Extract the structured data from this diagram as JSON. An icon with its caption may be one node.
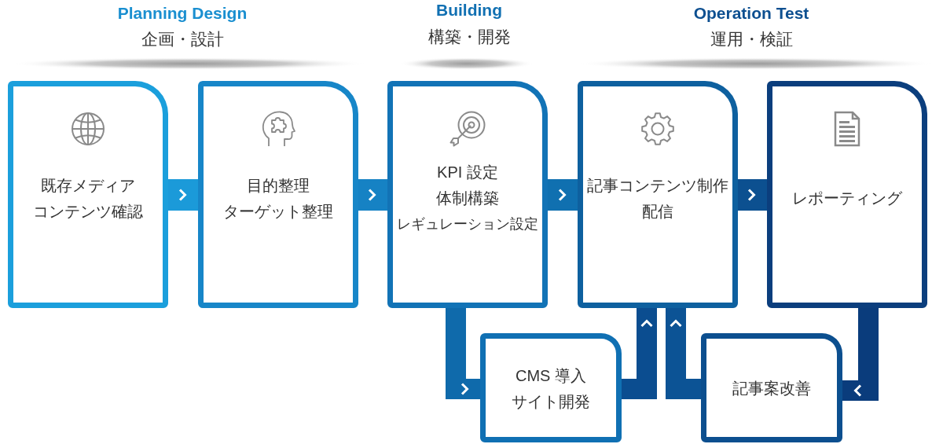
{
  "diagram": {
    "nodes": [
      {
        "text": [
          "既存メディア",
          "コンテンツ確認"
        ]
      },
      {
        "text": [
          "目的整理",
          "ターゲット整理"
        ]
      },
      {
        "text": [
          "KPI 設定",
          "体制構築",
          "レギュレーション設定"
        ]
      },
      {
        "text": [
          "記事コンテンツ制作",
          "配信"
        ]
      },
      {
        "text": [
          "レポーティング"
        ]
      },
      {
        "text": [
          "CMS 導入",
          "サイト開発"
        ]
      },
      {
        "text": [
          "記事案改善"
        ]
      }
    ],
    "edges": [
      {
        "from": 0,
        "to": 1,
        "arrow": "to"
      },
      {
        "from": 1,
        "to": 2,
        "arrow": "to"
      },
      {
        "from": 2,
        "to": 3,
        "arrow": "to"
      },
      {
        "from": 3,
        "to": 4,
        "arrow": "to"
      },
      {
        "from": 2,
        "to": 5,
        "arrow": "to"
      },
      {
        "from": 5,
        "to": 3,
        "arrow": "to"
      },
      {
        "from": 4,
        "to": 6,
        "arrow": "to",
        "color": "#0a3c7c"
      },
      {
        "from": 6,
        "to": 3,
        "arrow": "to"
      }
    ],
    "labels": [
      "Planning Design",
      "企画・設計",
      "Building",
      "構築・開発",
      "Operation Test",
      "運用・検証"
    ]
  }
}
